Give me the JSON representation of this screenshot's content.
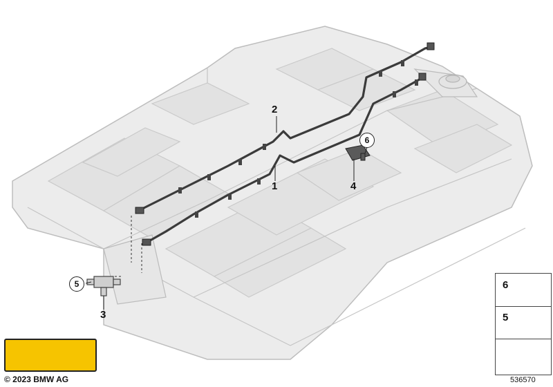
{
  "callouts": {
    "c1": "1",
    "c2": "2",
    "c3": "3",
    "c4": "4",
    "c5": "5",
    "c6": "6"
  },
  "legend": {
    "row6": "6",
    "row5": "5"
  },
  "footer": {
    "copyright": "© 2023 BMW AG",
    "diagram_id": "536570"
  },
  "colors": {
    "housing_fill": "#ececec",
    "housing_stroke": "#bdbdbd",
    "cable": "#3b3b3b",
    "warning_yellow": "#f6c400"
  },
  "icons": [
    "high-voltage-warning-icon",
    "read-manual-icon",
    "no-touch-hand-icon",
    "bolt-icon",
    "collar-bolt-icon",
    "arrow-icon"
  ]
}
